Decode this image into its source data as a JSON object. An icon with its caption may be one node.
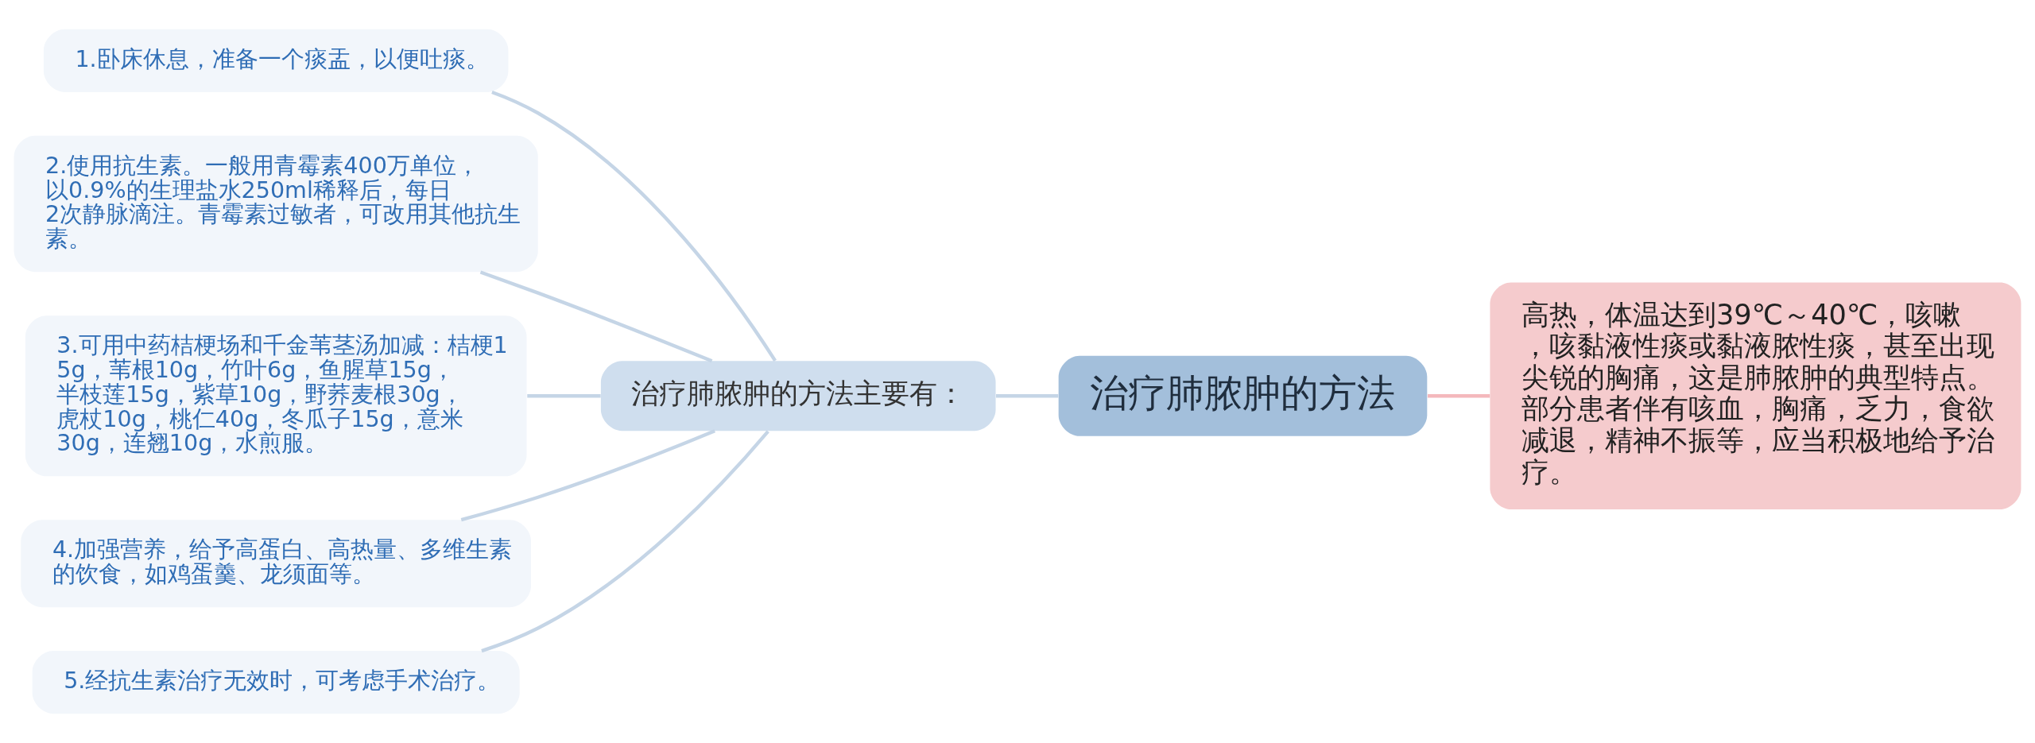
{
  "diagram": {
    "nodes": [
      {
        "text": [
          "治疗肺脓肿的方法"
        ]
      },
      {
        "text": [
          "治疗肺脓肿的方法主要有："
        ]
      },
      {
        "text": [
          "1.卧床休息，准备一个痰盂，以便吐痰。"
        ]
      },
      {
        "text": [
          "2.使用抗生素。一般用青霉素400万单位，以0.9%的生理盐水250ml稀释后，每日2次静脉滴注。青霉素过敏者，可改用其他抗生素。"
        ]
      },
      {
        "text": [
          "3.可用中药桔梗场和千金苇茎汤加减：桔梗15g，苇根10g，竹叶6g，鱼腥草15g，半枝莲15g，紫草10g，野荞麦根30g，虎杖10g，桃仁40g，冬瓜子15g，意米30g，连翘10g，水煎服。"
        ]
      },
      {
        "text": [
          "4.加强营养，给予高蛋白、高热量、多维生素的饮食，如鸡蛋羹、龙须面等。"
        ]
      },
      {
        "text": [
          "5.经抗生素治疗无效时，可考虑手术治疗。"
        ]
      },
      {
        "text": [
          "高热，体温达到39℃～40℃，咳嗽，咳黏液性痰或黏液脓性痰，甚至出现尖锐的胸痛，这是肺脓肿的典型特点。部分患者伴有咳血，胸痛，乏力，食欲减退，精神不振等，应当积极地给予治疗。"
        ]
      }
    ],
    "edges": [
      {
        "from": 0,
        "to": 1,
        "arrow": "none"
      },
      {
        "from": 1,
        "to": 2,
        "arrow": "none"
      },
      {
        "from": 1,
        "to": 3,
        "arrow": "none"
      },
      {
        "from": 1,
        "to": 4,
        "arrow": "none"
      },
      {
        "from": 1,
        "to": 5,
        "arrow": "none"
      },
      {
        "from": 1,
        "to": 6,
        "arrow": "none"
      },
      {
        "from": 0,
        "to": 7,
        "arrow": "none",
        "color": "#f4b8bc"
      }
    ]
  }
}
